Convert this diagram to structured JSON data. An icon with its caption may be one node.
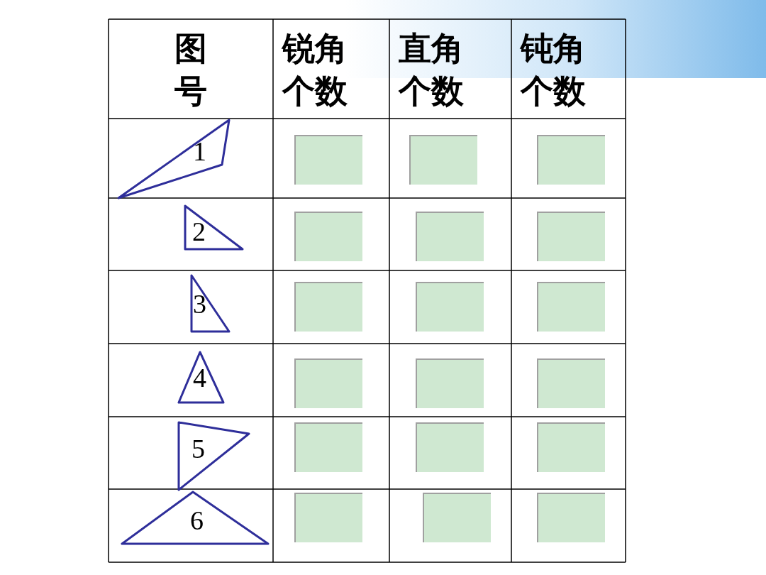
{
  "diagram": {
    "labels": [
      "图号",
      "锐角个数",
      "直角个数",
      "钝角个数",
      "1",
      "2",
      "3",
      "4",
      "5",
      "6"
    ]
  }
}
